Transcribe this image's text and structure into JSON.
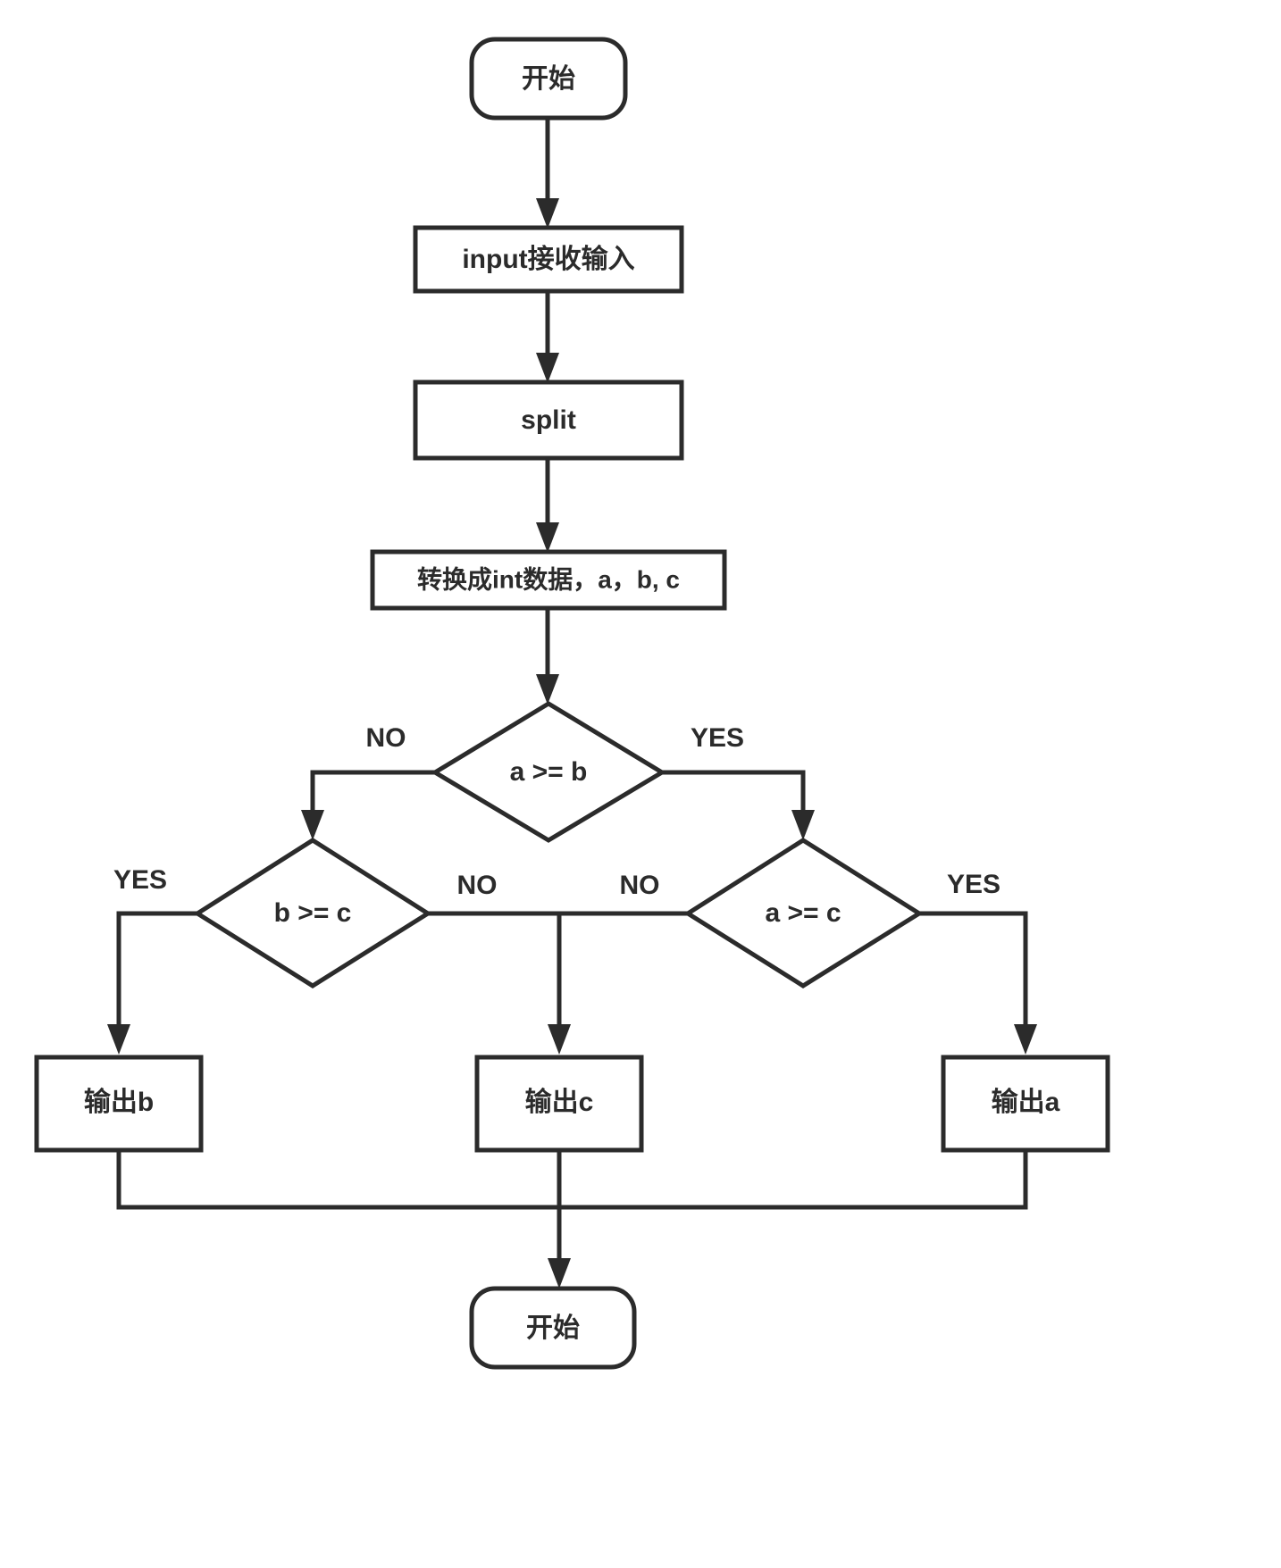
{
  "diagram": {
    "type": "flowchart",
    "orientation": "top-to-bottom",
    "background_color": "#ffffff",
    "line_color": "#2b2b2b",
    "text_color": "#2b2b2b",
    "nodes": [
      {
        "id": "start",
        "shape": "rounded-rectangle",
        "label": "开始"
      },
      {
        "id": "input",
        "shape": "rectangle",
        "label": "input接收输入"
      },
      {
        "id": "split",
        "shape": "rectangle",
        "label": "split"
      },
      {
        "id": "convert",
        "shape": "rectangle",
        "label": "转换成int数据，a，b, c"
      },
      {
        "id": "cond_ab",
        "shape": "diamond",
        "label": "a >= b"
      },
      {
        "id": "cond_bc",
        "shape": "diamond",
        "label": "b >= c"
      },
      {
        "id": "cond_ac",
        "shape": "diamond",
        "label": "a >= c"
      },
      {
        "id": "print_b",
        "shape": "rectangle",
        "label": "输出b"
      },
      {
        "id": "print_c",
        "shape": "rectangle",
        "label": "输出c"
      },
      {
        "id": "print_a",
        "shape": "rectangle",
        "label": "输出a"
      },
      {
        "id": "end",
        "shape": "rounded-rectangle",
        "label": "开始"
      }
    ],
    "edge_labels": {
      "ab_no": "NO",
      "ab_yes": "YES",
      "bc_yes": "YES",
      "bc_no": "NO",
      "ac_no": "NO",
      "ac_yes": "YES"
    },
    "edges": [
      {
        "from": "start",
        "to": "input",
        "label": ""
      },
      {
        "from": "input",
        "to": "split",
        "label": ""
      },
      {
        "from": "split",
        "to": "convert",
        "label": ""
      },
      {
        "from": "convert",
        "to": "cond_ab",
        "label": ""
      },
      {
        "from": "cond_ab",
        "to": "cond_bc",
        "label": "NO"
      },
      {
        "from": "cond_ab",
        "to": "cond_ac",
        "label": "YES"
      },
      {
        "from": "cond_bc",
        "to": "print_b",
        "label": "YES"
      },
      {
        "from": "cond_bc",
        "to": "print_c",
        "label": "NO"
      },
      {
        "from": "cond_ac",
        "to": "print_c",
        "label": "NO"
      },
      {
        "from": "cond_ac",
        "to": "print_a",
        "label": "YES"
      },
      {
        "from": "print_b",
        "to": "end",
        "label": ""
      },
      {
        "from": "print_c",
        "to": "end",
        "label": ""
      },
      {
        "from": "print_a",
        "to": "end",
        "label": ""
      }
    ]
  }
}
